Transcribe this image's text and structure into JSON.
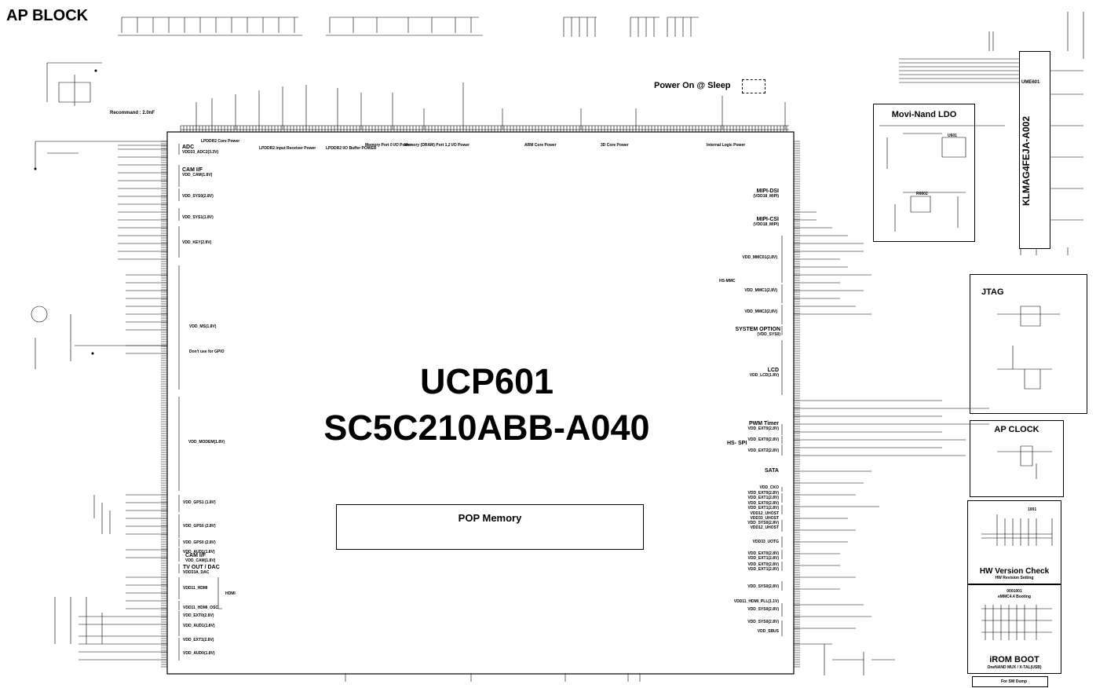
{
  "page_title": "AP BLOCK",
  "chip": {
    "line1": "UCP601",
    "line2": "SC5C210ABB-A040"
  },
  "pop_memory": "POP Memory",
  "power_on_sleep": "Power On @ Sleep",
  "recommand": "Recommand : 2.0nF",
  "top_labels": {
    "lpddr2_core": "LPDDR2 Core Power",
    "lpddr2_input": "LPDDR2 Input Receiver Power",
    "lpddr2_io": "LPDDR2 I/O Buffer POWER",
    "mem_port0": "Memory Port 0 I/O Power",
    "mem_port12": "Memory (DRAM) Port 1,2 I/O Power",
    "arm_core": "ARM Core Power",
    "core_3d": "3D Core Power",
    "internal_logic": "Internal Logic Power"
  },
  "left_domains": [
    {
      "label": "ADC",
      "sub": "VDD33_ADC2(3.3V)"
    },
    {
      "label": "CAM I/F",
      "sub": "VDD_CAM(1.8V)"
    },
    {
      "label": "VDD_SYS0(2.8V)",
      "sub": ""
    },
    {
      "label": "VDD_SYS1(1.8V)",
      "sub": ""
    },
    {
      "label": "VDD_KEY(2.8V)",
      "sub": ""
    },
    {
      "label": "VDD_MS(1.8V)",
      "sub": ""
    },
    {
      "label": "Don't use for GPIO",
      "sub": ""
    },
    {
      "label": "VDD_MODEM(1.8V)",
      "sub": ""
    },
    {
      "label": "VDD_GPS1 (1.8V)",
      "sub": ""
    },
    {
      "label": "VDD_GPS0 (2.8V)",
      "sub": ""
    },
    {
      "label": "VDD_GPS0 (2.8V)",
      "sub": ""
    },
    {
      "label": "VDD_AUD1(1.8V)",
      "sub": ""
    },
    {
      "label": "CAM I/F",
      "sub": "VDD_CAM(1.8V)"
    },
    {
      "label": "TV OUT / DAC",
      "sub": "VDD33A_DAC"
    },
    {
      "label": "VDD11_HDMI",
      "sub": ""
    },
    {
      "label": "VDD11_HDMI_OSC",
      "sub": ""
    },
    {
      "label": "VDD_EXT0(2.8V)",
      "sub": ""
    },
    {
      "label": "VDD_AUD1(1.8V)",
      "sub": ""
    },
    {
      "label": "VDD_EXT1(2.8V)",
      "sub": ""
    },
    {
      "label": "VDD_AUD0(1.8V)",
      "sub": ""
    }
  ],
  "hdmi": "HDMI",
  "right_domains": [
    {
      "label": "MIPI-DSI",
      "sub": "(VDD18_MIPI)"
    },
    {
      "label": "MIPI-CSI",
      "sub": "(VDD18_MIPI)"
    },
    {
      "label": "VDD_MMC01(2.8V)",
      "sub": ""
    },
    {
      "label": "VDD_MMC1(2.8V)",
      "sub": ""
    },
    {
      "label": "VDD_MMC2(2.8V)",
      "sub": ""
    },
    {
      "label": "SYSTEM OPTION",
      "sub": "(VDD_SYS0)"
    },
    {
      "label": "LCD",
      "sub": "VDD_LCD(1.8V)"
    },
    {
      "label": "PWM Timer",
      "sub": "VDD_EXT0(2.8V)"
    },
    {
      "label": "VDD_EXT0(2.8V)",
      "sub": ""
    },
    {
      "label": "VDD_EXT2(2.8V)",
      "sub": ""
    },
    {
      "label": "SATA",
      "sub": ""
    },
    {
      "label": "VDD_CKO",
      "sub": ""
    },
    {
      "label": "VDD_EXT0(2.8V)",
      "sub": "VDD_EXT1(2.8V)"
    },
    {
      "label": "VDD_EXT0(2.8V)",
      "sub": "VDD_EXT1(2.8V)"
    },
    {
      "label": "VDD12_UHOST",
      "sub": ""
    },
    {
      "label": "VDD33_UHOST",
      "sub": ""
    },
    {
      "label": "VDD_SYS0(2.8V)",
      "sub": ""
    },
    {
      "label": "VDD12_UHOST",
      "sub": ""
    },
    {
      "label": "VDD33_UOTG",
      "sub": ""
    },
    {
      "label": "VDD_EXT0(2.8V)",
      "sub": "VDD_EXT1(2.8V)"
    },
    {
      "label": "VDD_EXT0(2.8V)",
      "sub": "VDD_EXT1(2.8V)"
    },
    {
      "label": "VDD_SYS0(2.8V)",
      "sub": ""
    },
    {
      "label": "VDD11_HDMI_PLL(1.1V)",
      "sub": ""
    },
    {
      "label": "VDD_SYS0(2.8V)",
      "sub": ""
    },
    {
      "label": "VDD_SYS0(2.8V)",
      "sub": ""
    },
    {
      "label": "VDD_SBUS",
      "sub": ""
    }
  ],
  "hs_mmc": "HS-MMC",
  "hs_spi": "HS- SPI",
  "ume": {
    "ref": "UME601",
    "part": "KLMAG4FEJA-A002"
  },
  "movi": {
    "title": "Movi-Nand LDO",
    "u1": "U601",
    "u2": "R6602"
  },
  "jtag": {
    "title": "JTAG"
  },
  "ap_clock": {
    "title": "AP CLOCK"
  },
  "hwv": {
    "code": "1001",
    "title": "HW Version Check",
    "sub": "HW Revision Setting"
  },
  "irom": {
    "code": "0001001",
    "sub1": "eMMC4.4 Booting",
    "title": "iROM BOOT",
    "sub2": "OneNAND MUX / X-TAL(USB)"
  },
  "sw_dump": "For SW Dump"
}
